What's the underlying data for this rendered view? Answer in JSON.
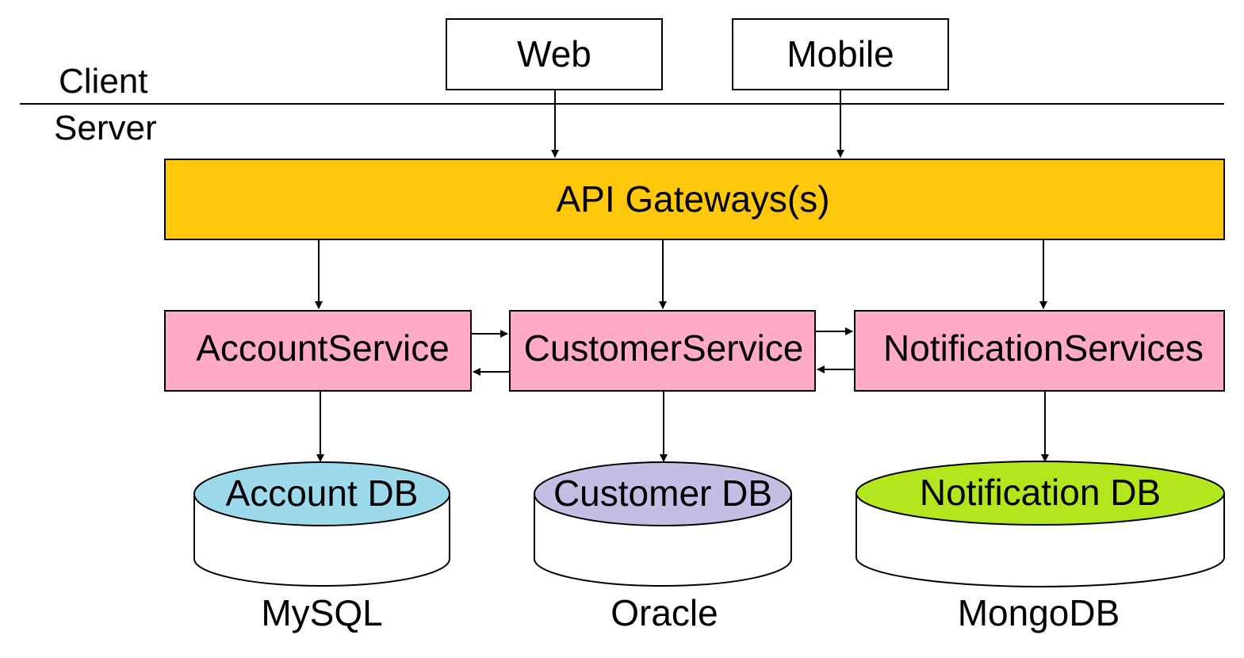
{
  "zones": {
    "client": "Client",
    "server": "Server"
  },
  "clients": {
    "web": "Web",
    "mobile": "Mobile"
  },
  "gateway": {
    "label": "API Gateways(s)",
    "color": "#FFC80A"
  },
  "services": {
    "account": "AccountService",
    "customer": "CustomerService",
    "notification": "NotificationServices",
    "color": "#FFAAC8"
  },
  "databases": {
    "account": {
      "label": "Account DB",
      "engine": "MySQL",
      "color": "#9CD9EA"
    },
    "customer": {
      "label": "Customer DB",
      "engine": "Oracle",
      "color": "#C6BDE4"
    },
    "notification": {
      "label": "Notification DB",
      "engine": "MongoDB",
      "color": "#B4E61E"
    }
  }
}
